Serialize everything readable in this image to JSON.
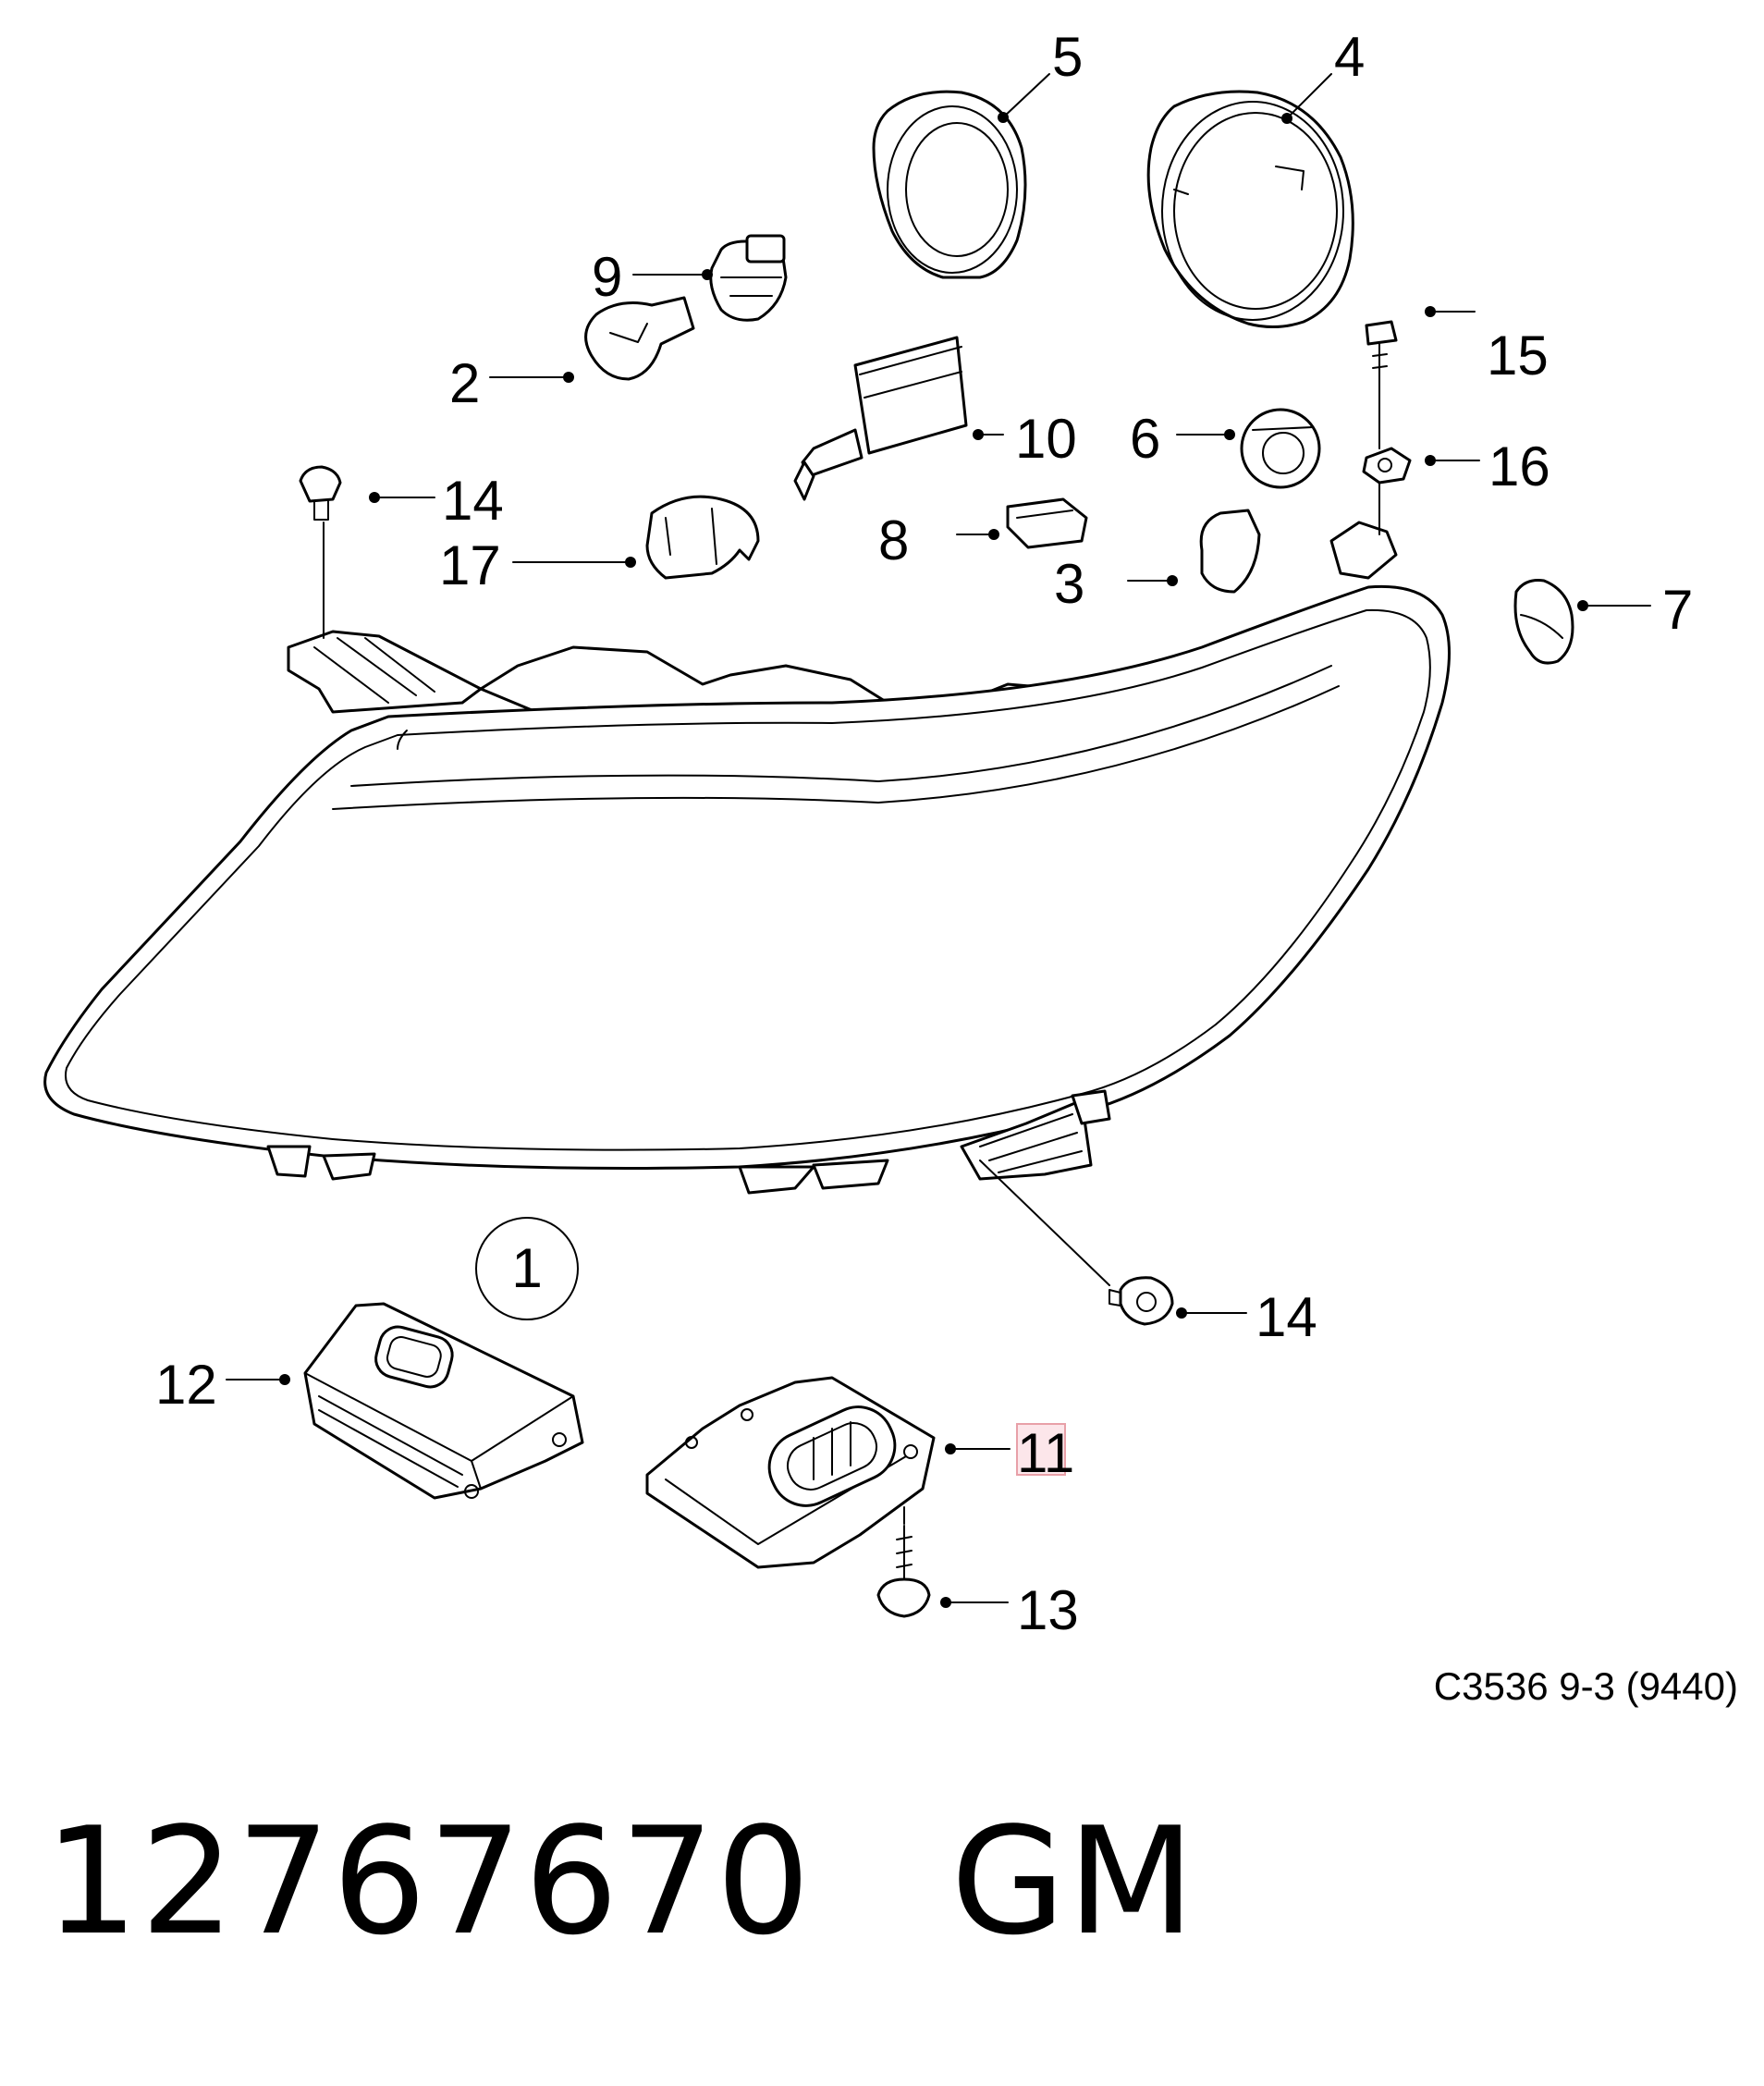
{
  "diagram": {
    "reference_code": "C3536 9-3 (9440)",
    "assembly_label": "1",
    "highlighted_callout": "11",
    "highlight_color": "#e8a0a8",
    "callouts": {
      "c2": "2",
      "c3": "3",
      "c4": "4",
      "c5": "5",
      "c6": "6",
      "c7": "7",
      "c8": "8",
      "c9": "9",
      "c10": "10",
      "c11": "11",
      "c12": "12",
      "c13": "13",
      "c14a": "14",
      "c14b": "14",
      "c15": "15",
      "c16": "16",
      "c17": "17"
    }
  },
  "part": {
    "number": "12767670",
    "manufacturer": "GM"
  }
}
